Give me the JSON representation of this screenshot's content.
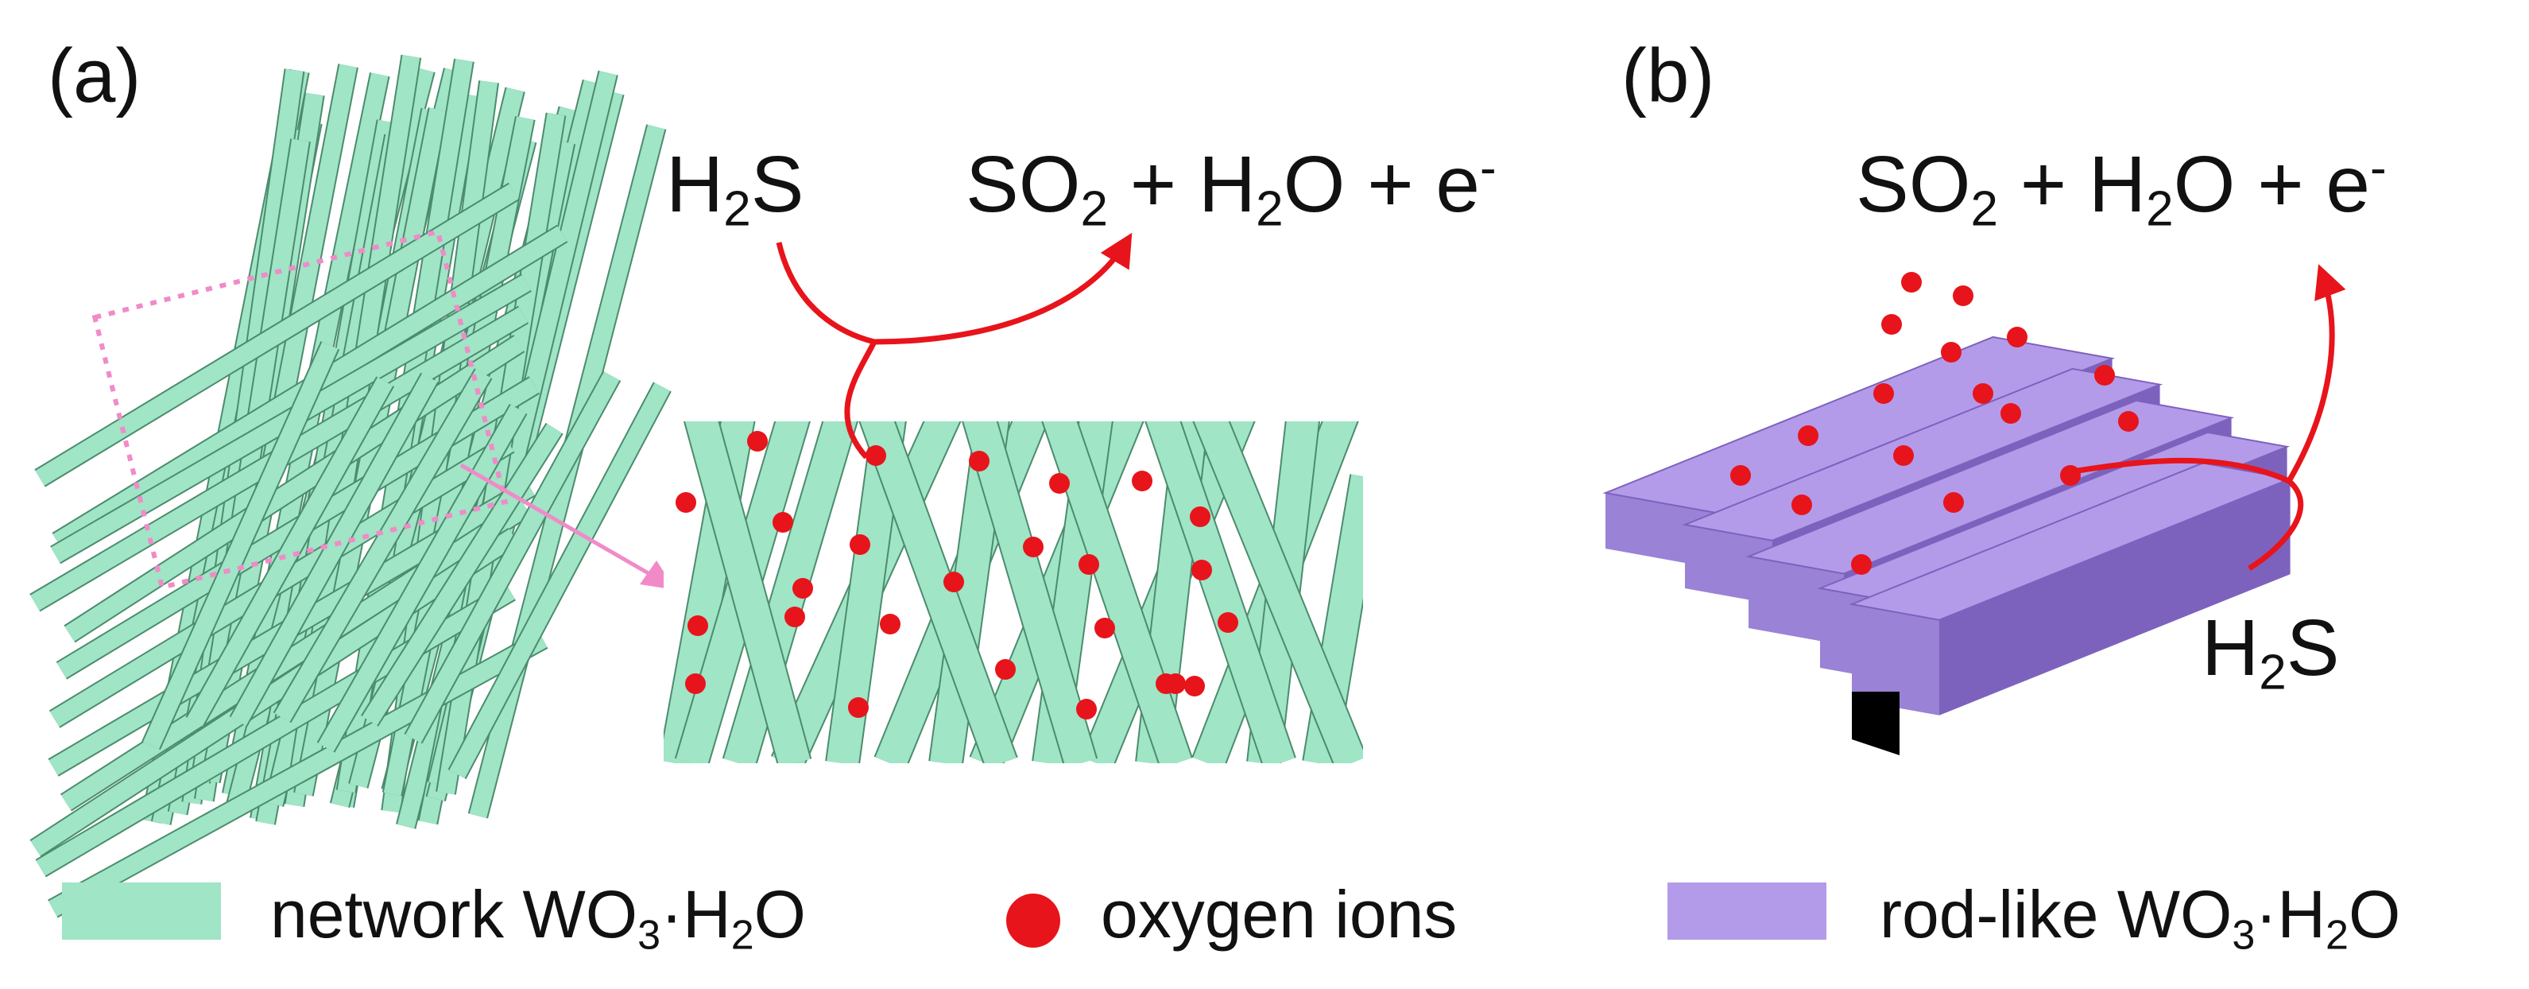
{
  "colors": {
    "network": "#9fe5c6",
    "network_dark": "#4c8b6e",
    "rod": "#b39bea",
    "rod_dark": "#7d62bd",
    "ion": "#e8141b",
    "arrow": "#e8141b",
    "dashed_box": "#f08bc8"
  },
  "panel_a": {
    "label": "(a)",
    "reactant": {
      "main": "H",
      "sub": "2",
      "tail": "S"
    },
    "product": {
      "p1": "SO",
      "p1_sub": "2",
      "plus1": " + H",
      "p2_sub": "2",
      "p2_tail": "O + e",
      "charge": "-"
    }
  },
  "panel_b": {
    "label": "(b)",
    "reactant": {
      "main": "H",
      "sub": "2",
      "tail": "S"
    },
    "product": {
      "p1": "SO",
      "p1_sub": "2",
      "plus1": " + H",
      "p2_sub": "2",
      "p2_tail": "O + e",
      "charge": "-"
    }
  },
  "legend": {
    "network": {
      "text": "network WO",
      "sub": "3",
      "tail": "·H",
      "sub2": "2",
      "tail2": "O",
      "icon": "green-bar"
    },
    "ions": {
      "text": "oxygen ions",
      "icon": "red-dot"
    },
    "rod": {
      "text": "rod-like WO",
      "sub": "3",
      "tail": "·H",
      "sub2": "2",
      "tail2": "O",
      "icon": "purple-bar"
    }
  }
}
